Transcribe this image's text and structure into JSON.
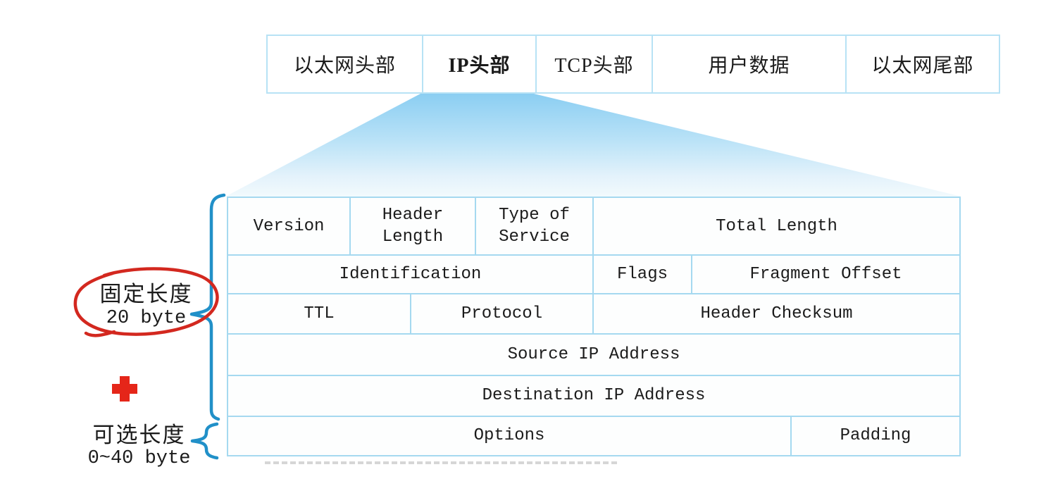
{
  "frame_row": {
    "cells": [
      {
        "label": "以太网头部"
      },
      {
        "label": "IP头部"
      },
      {
        "label": "TCP头部"
      },
      {
        "label": "用户数据"
      },
      {
        "label": "以太网尾部"
      }
    ]
  },
  "ip_table": {
    "version": "Version",
    "header_length": "Header Length",
    "type_of_service": "Type of Service",
    "total_length": "Total Length",
    "identification": "Identification",
    "flags": "Flags",
    "fragment_offset": "Fragment Offset",
    "ttl": "TTL",
    "protocol": "Protocol",
    "header_checksum": "Header Checksum",
    "source_ip": "Source IP Address",
    "destination_ip": "Destination IP Address",
    "options": "Options",
    "padding": "Padding"
  },
  "annotations": {
    "fixed_length_label": "固定长度",
    "fixed_length_value": "20 byte",
    "optional_length_label": "可选长度",
    "optional_length_value": "0~40 byte"
  },
  "colors": {
    "table_border_blue": "#a5d9f0",
    "frame_border_blue": "#b7e2f5",
    "funnel_top_blue": "#8bcef2",
    "funnel_bottom": "#f2fafd",
    "brace_blue": "#2190c8",
    "annotation_red": "#d3281f",
    "cross_red": "#e52619",
    "text": "#1b1b1b"
  }
}
